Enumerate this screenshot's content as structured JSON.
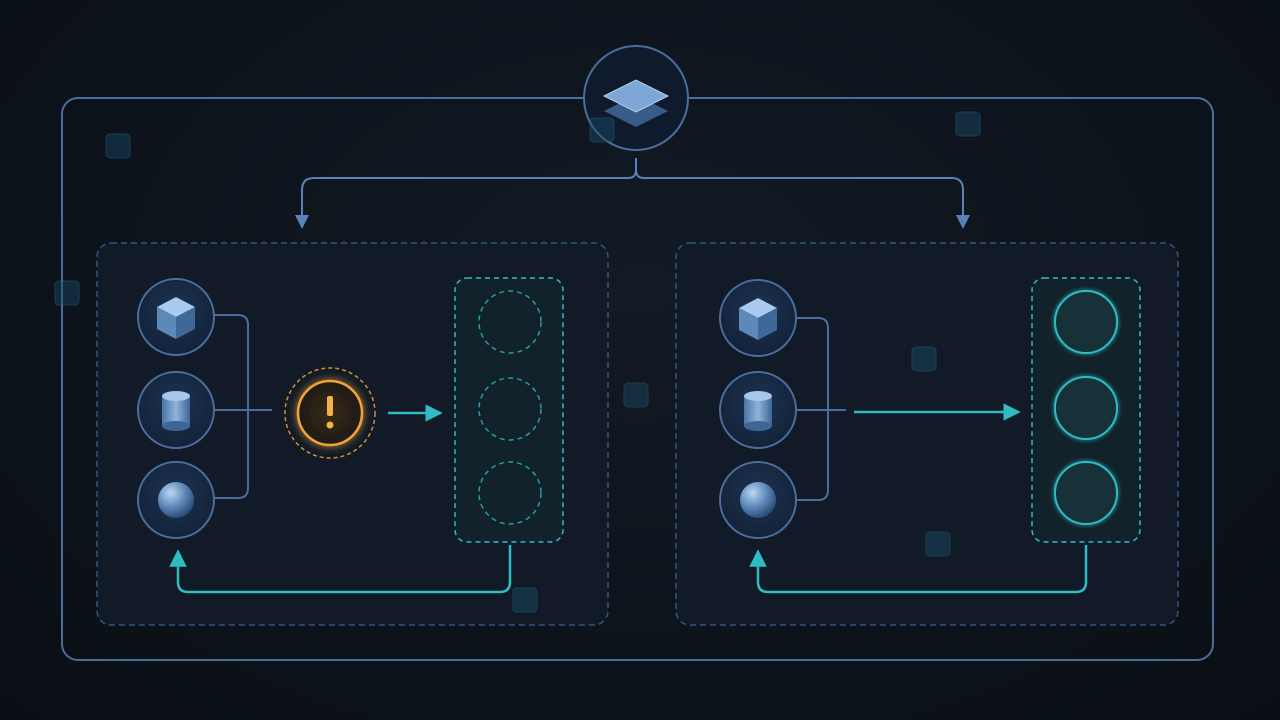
{
  "diagram": {
    "root": {
      "icon": "layers-icon"
    },
    "panels": [
      {
        "id": "left",
        "sources": [
          {
            "icon": "cube-icon"
          },
          {
            "icon": "cylinder-icon"
          },
          {
            "icon": "sphere-icon"
          }
        ],
        "gate": {
          "icon": "warning-icon",
          "state": "warning"
        },
        "slots": {
          "count": 3,
          "style": "dashed"
        }
      },
      {
        "id": "right",
        "sources": [
          {
            "icon": "cube-icon"
          },
          {
            "icon": "cylinder-icon"
          },
          {
            "icon": "sphere-icon"
          }
        ],
        "gate": null,
        "slots": {
          "count": 3,
          "style": "solid"
        }
      }
    ]
  },
  "colors": {
    "outline": "#4a6e9c",
    "panel_border": "#33557f",
    "teal": "#2fbcc4",
    "warning": "#f0a43a",
    "icon_fill": "#6f9ccc"
  },
  "watermark": {
    "icon": "logo-badge-icon"
  }
}
